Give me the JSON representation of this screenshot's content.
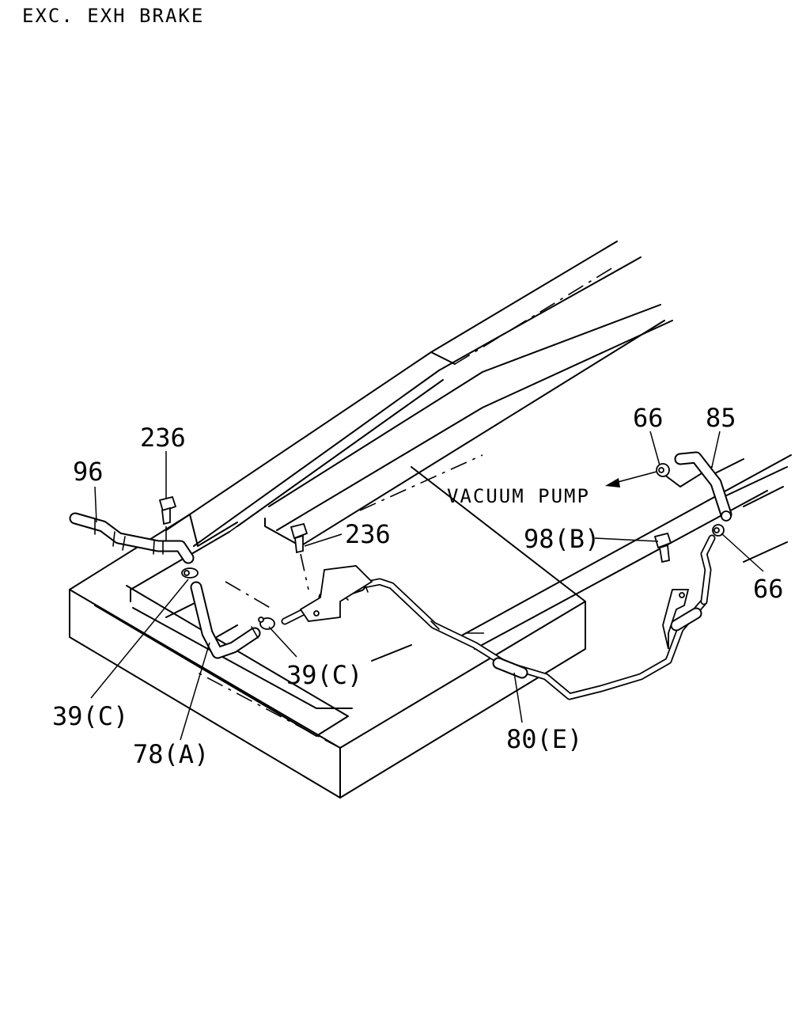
{
  "title": "EXC. EXH BRAKE",
  "annotation": "VACUUM PUMP",
  "callouts": {
    "hose_96": "96",
    "bolt_236_left": "236",
    "bolt_236_center": "236",
    "clip_39c_left": "39(C)",
    "clip_39c_center": "39(C)",
    "hose_78a": "78(A)",
    "pipe_80e": "80(E)",
    "bolt_98b": "98(B)",
    "hose_85": "85",
    "clip_66_top": "66",
    "clip_66_right": "66"
  }
}
